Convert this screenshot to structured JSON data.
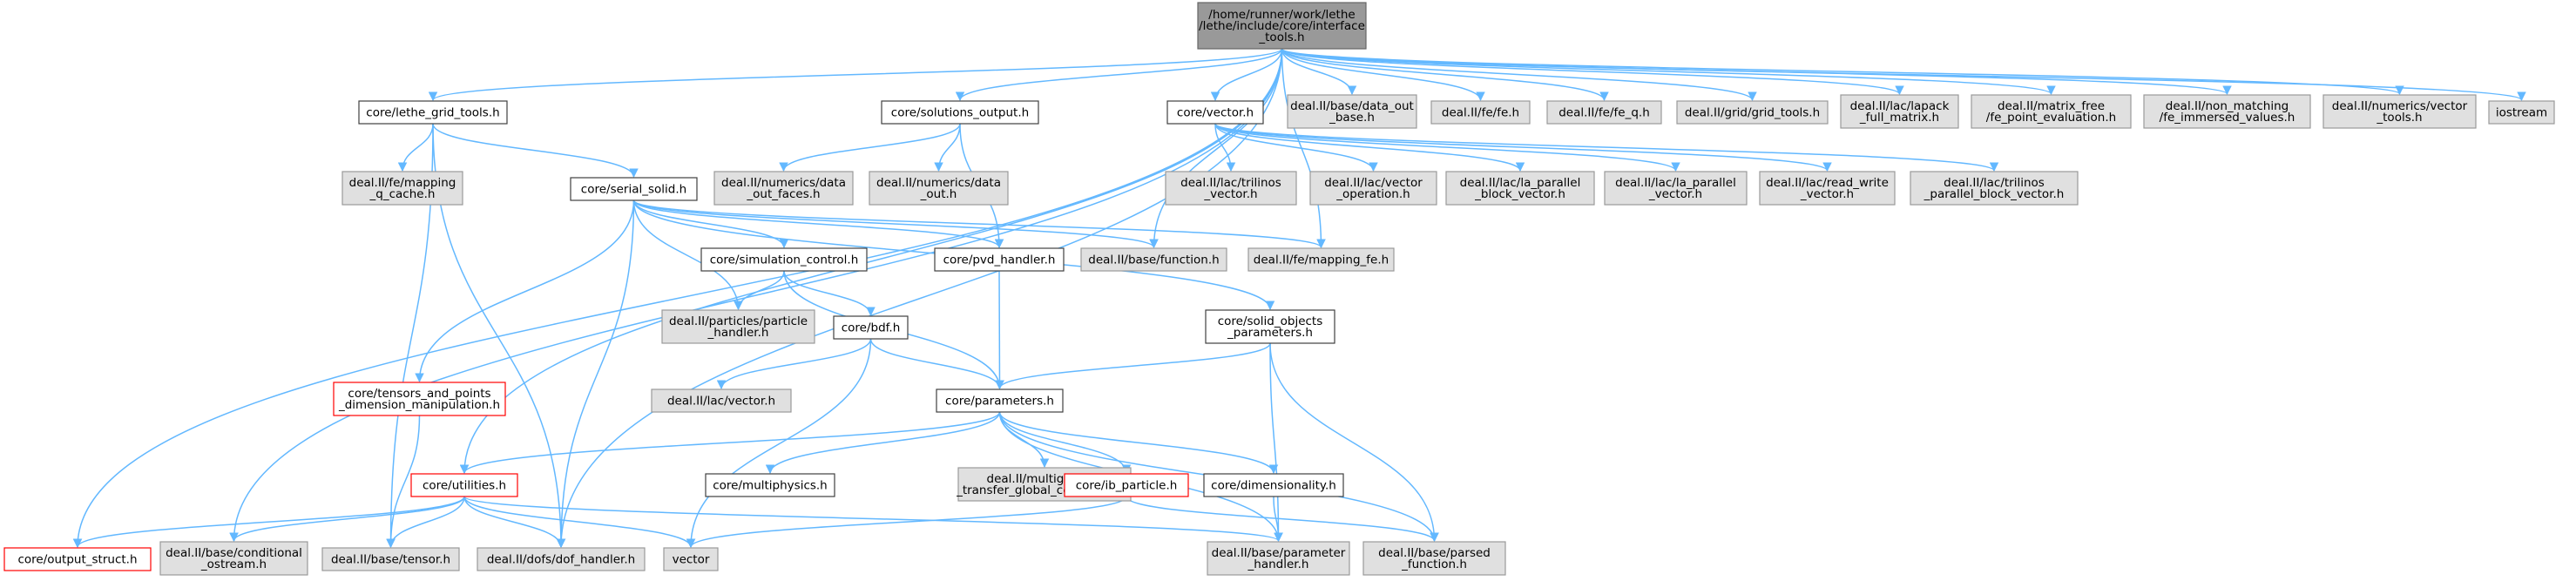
{
  "colors": {
    "edge": "#63b8ff",
    "root_fill": "#999999",
    "root_border": "#666666",
    "internal_fill": "#ffffff",
    "internal_border": "#404040",
    "external_fill": "#e0e0e0",
    "external_border": "#999999",
    "truncated_border": "#ff0000"
  },
  "nodes": {
    "root": {
      "label": "/home/runner/work/lethe\n/lethe/include/core/interface\n_tools.h",
      "kind": "root"
    },
    "lethe_grid_tools": {
      "label": "core/lethe_grid_tools.h",
      "kind": "internal"
    },
    "solutions_output": {
      "label": "core/solutions_output.h",
      "kind": "internal"
    },
    "vector_h": {
      "label": "core/vector.h",
      "kind": "internal"
    },
    "data_out_base": {
      "label": "deal.II/base/data_out\n_base.h",
      "kind": "external"
    },
    "fe_fe": {
      "label": "deal.II/fe/fe.h",
      "kind": "external"
    },
    "fe_q": {
      "label": "deal.II/fe/fe_q.h",
      "kind": "external"
    },
    "grid_tools": {
      "label": "deal.II/grid/grid_tools.h",
      "kind": "external"
    },
    "lapack": {
      "label": "deal.II/lac/lapack\n_full_matrix.h",
      "kind": "external"
    },
    "matrix_free": {
      "label": "deal.II/matrix_free\n/fe_point_evaluation.h",
      "kind": "external"
    },
    "non_matching": {
      "label": "deal.II/non_matching\n/fe_immersed_values.h",
      "kind": "external"
    },
    "numerics_vector_tools": {
      "label": "deal.II/numerics/vector\n_tools.h",
      "kind": "external"
    },
    "iostream": {
      "label": "iostream",
      "kind": "external"
    },
    "mapping_q_cache": {
      "label": "deal.II/fe/mapping\n_q_cache.h",
      "kind": "external"
    },
    "serial_solid": {
      "label": "core/serial_solid.h",
      "kind": "internal"
    },
    "data_out_faces": {
      "label": "deal.II/numerics/data\n_out_faces.h",
      "kind": "external"
    },
    "data_out": {
      "label": "deal.II/numerics/data\n_out.h",
      "kind": "external"
    },
    "trilinos_vector": {
      "label": "deal.II/lac/trilinos\n_vector.h",
      "kind": "external"
    },
    "vector_operation": {
      "label": "deal.II/lac/vector\n_operation.h",
      "kind": "external"
    },
    "la_parallel_block_vector": {
      "label": "deal.II/lac/la_parallel\n_block_vector.h",
      "kind": "external"
    },
    "la_parallel_vector": {
      "label": "deal.II/lac/la_parallel\n_vector.h",
      "kind": "external"
    },
    "read_write_vector": {
      "label": "deal.II/lac/read_write\n_vector.h",
      "kind": "external"
    },
    "trilinos_parallel_block_vector": {
      "label": "deal.II/lac/trilinos\n_parallel_block_vector.h",
      "kind": "external"
    },
    "simulation_control": {
      "label": "core/simulation_control.h",
      "kind": "internal"
    },
    "pvd_handler": {
      "label": "core/pvd_handler.h",
      "kind": "internal"
    },
    "base_function": {
      "label": "deal.II/base/function.h",
      "kind": "external"
    },
    "mapping_fe": {
      "label": "deal.II/fe/mapping_fe.h",
      "kind": "external"
    },
    "particle_handler": {
      "label": "deal.II/particles/particle\n_handler.h",
      "kind": "external"
    },
    "bdf": {
      "label": "core/bdf.h",
      "kind": "internal"
    },
    "solid_objects_parameters": {
      "label": "core/solid_objects\n_parameters.h",
      "kind": "internal"
    },
    "tensors_and_points": {
      "label": "core/tensors_and_points\n_dimension_manipulation.h",
      "kind": "truncated"
    },
    "lac_vector": {
      "label": "deal.II/lac/vector.h",
      "kind": "external"
    },
    "parameters": {
      "label": "core/parameters.h",
      "kind": "internal"
    },
    "utilities": {
      "label": "core/utilities.h",
      "kind": "truncated"
    },
    "multiphysics": {
      "label": "core/multiphysics.h",
      "kind": "internal"
    },
    "mg_transfer": {
      "label": "deal.II/multigrid/mg\n_transfer_global_coarsening.h",
      "kind": "external"
    },
    "ib_particle": {
      "label": "core/ib_particle.h",
      "kind": "truncated"
    },
    "dimensionality": {
      "label": "core/dimensionality.h",
      "kind": "internal"
    },
    "output_struct": {
      "label": "core/output_struct.h",
      "kind": "truncated"
    },
    "conditional_ostream": {
      "label": "deal.II/base/conditional\n_ostream.h",
      "kind": "external"
    },
    "base_tensor": {
      "label": "deal.II/base/tensor.h",
      "kind": "external"
    },
    "dof_handler": {
      "label": "deal.II/dofs/dof_handler.h",
      "kind": "external"
    },
    "vector_std": {
      "label": "vector",
      "kind": "external"
    },
    "parameter_handler": {
      "label": "deal.II/base/parameter\n_handler.h",
      "kind": "external"
    },
    "parsed_function": {
      "label": "deal.II/base/parsed\n_function.h",
      "kind": "external"
    }
  },
  "edges": [
    [
      "root",
      "lethe_grid_tools"
    ],
    [
      "root",
      "solutions_output"
    ],
    [
      "root",
      "vector_h"
    ],
    [
      "root",
      "data_out_base"
    ],
    [
      "root",
      "fe_fe"
    ],
    [
      "root",
      "fe_q"
    ],
    [
      "root",
      "grid_tools"
    ],
    [
      "root",
      "lapack"
    ],
    [
      "root",
      "matrix_free"
    ],
    [
      "root",
      "non_matching"
    ],
    [
      "root",
      "numerics_vector_tools"
    ],
    [
      "root",
      "iostream"
    ],
    [
      "root",
      "base_function"
    ],
    [
      "root",
      "mapping_fe"
    ],
    [
      "root",
      "utilities"
    ],
    [
      "root",
      "output_struct"
    ],
    [
      "root",
      "conditional_ostream"
    ],
    [
      "root",
      "dof_handler"
    ],
    [
      "lethe_grid_tools",
      "mapping_q_cache"
    ],
    [
      "lethe_grid_tools",
      "serial_solid"
    ],
    [
      "lethe_grid_tools",
      "base_tensor"
    ],
    [
      "lethe_grid_tools",
      "dof_handler"
    ],
    [
      "solutions_output",
      "data_out_faces"
    ],
    [
      "solutions_output",
      "data_out"
    ],
    [
      "solutions_output",
      "pvd_handler"
    ],
    [
      "vector_h",
      "trilinos_vector"
    ],
    [
      "vector_h",
      "vector_operation"
    ],
    [
      "vector_h",
      "la_parallel_block_vector"
    ],
    [
      "vector_h",
      "la_parallel_vector"
    ],
    [
      "vector_h",
      "read_write_vector"
    ],
    [
      "vector_h",
      "trilinos_parallel_block_vector"
    ],
    [
      "serial_solid",
      "simulation_control"
    ],
    [
      "serial_solid",
      "pvd_handler"
    ],
    [
      "serial_solid",
      "base_function"
    ],
    [
      "serial_solid",
      "mapping_fe"
    ],
    [
      "serial_solid",
      "particle_handler"
    ],
    [
      "serial_solid",
      "solid_objects_parameters"
    ],
    [
      "serial_solid",
      "tensors_and_points"
    ],
    [
      "serial_solid",
      "dof_handler"
    ],
    [
      "simulation_control",
      "particle_handler"
    ],
    [
      "simulation_control",
      "bdf"
    ],
    [
      "simulation_control",
      "parameters"
    ],
    [
      "pvd_handler",
      "parameters"
    ],
    [
      "bdf",
      "lac_vector"
    ],
    [
      "bdf",
      "parameters"
    ],
    [
      "bdf",
      "vector_std"
    ],
    [
      "solid_objects_parameters",
      "parameters"
    ],
    [
      "solid_objects_parameters",
      "parameter_handler"
    ],
    [
      "solid_objects_parameters",
      "parsed_function"
    ],
    [
      "tensors_and_points",
      "base_tensor"
    ],
    [
      "parameters",
      "utilities"
    ],
    [
      "parameters",
      "multiphysics"
    ],
    [
      "parameters",
      "mg_transfer"
    ],
    [
      "parameters",
      "ib_particle"
    ],
    [
      "parameters",
      "dimensionality"
    ],
    [
      "parameters",
      "parameter_handler"
    ],
    [
      "parameters",
      "parsed_function"
    ],
    [
      "utilities",
      "output_struct"
    ],
    [
      "utilities",
      "conditional_ostream"
    ],
    [
      "utilities",
      "base_tensor"
    ],
    [
      "utilities",
      "dof_handler"
    ],
    [
      "utilities",
      "vector_std"
    ],
    [
      "utilities",
      "parameter_handler"
    ],
    [
      "ib_particle",
      "vector_std"
    ],
    [
      "ib_particle",
      "parsed_function"
    ],
    [
      "dimensionality",
      "parameter_handler"
    ]
  ]
}
